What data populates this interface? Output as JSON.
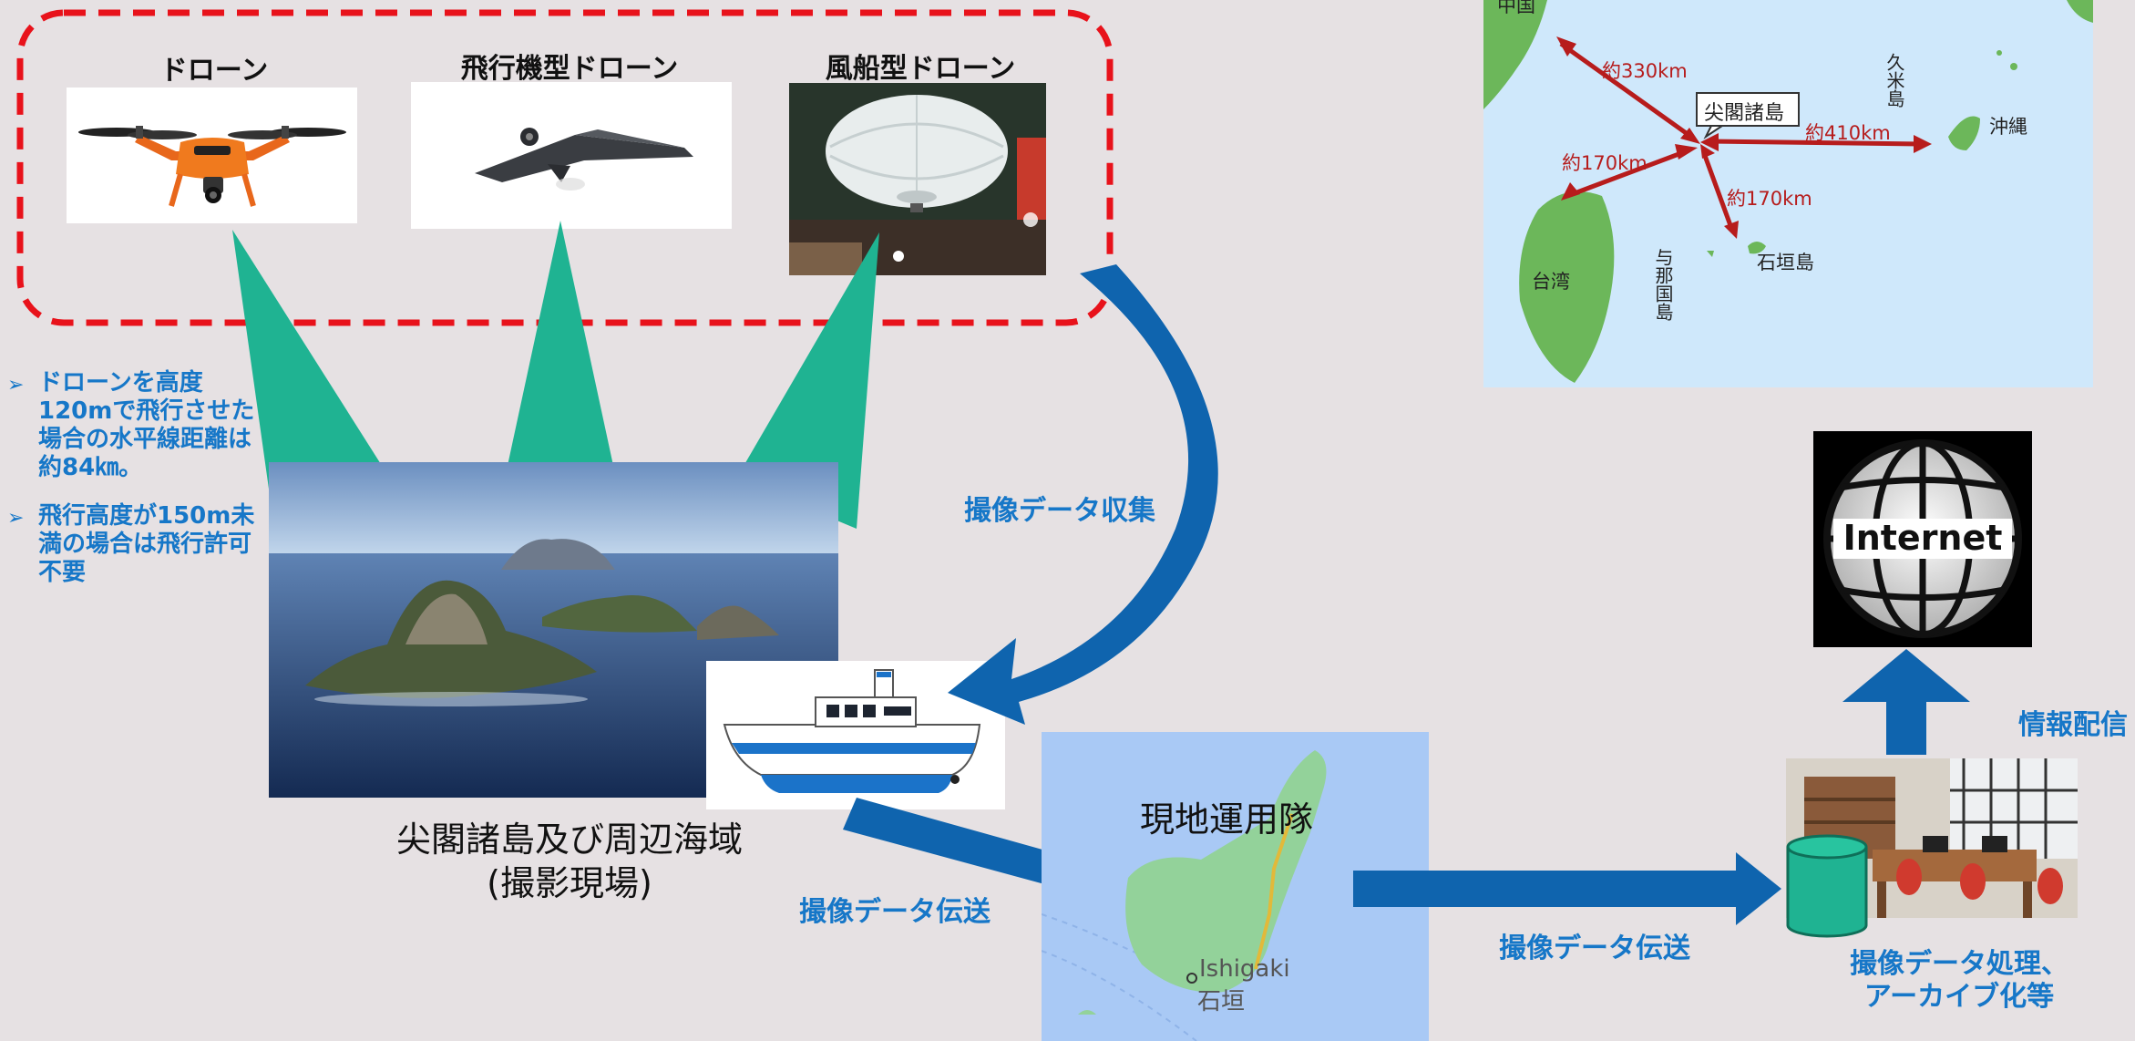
{
  "drones": {
    "quad_label": "ドローン",
    "wing_label": "飛行機型ドローン",
    "blimp_label": "風船型ドローン"
  },
  "notes": [
    "ドローンを高度120mで飛行させた場合の水平線距離は約84㎞。",
    "飛行高度が150m未満の場合は飛行許可不要"
  ],
  "site": {
    "title_line1": "尖閣諸島及び周辺海域",
    "title_line2": "(撮影現場)"
  },
  "flows": {
    "collect": "撮像データ収集",
    "transmit_1": "撮像データ伝送",
    "transmit_2": "撮像データ伝送",
    "distribute": "情報配信"
  },
  "field_team": {
    "label": "現地運用隊",
    "place_en": "Ishigaki",
    "place_jp": "石垣"
  },
  "processing": {
    "line1": "撮像データ処理、",
    "line2": "アーカイブ化等"
  },
  "internet": {
    "label": "Internet"
  },
  "region_map": {
    "china": "中国",
    "senkaku": "尖閣諸島",
    "dist_china": "約330km",
    "dist_taiwan": "約170km",
    "dist_okinawa": "約410km",
    "dist_ishigaki": "約170km",
    "kume_island": "久米島",
    "okinawa": "沖縄",
    "taiwan": "台湾",
    "yonaguni": "与那国島",
    "ishigaki_island": "石垣島"
  },
  "colors": {
    "flow_blue": "#0f64ae",
    "beam_green": "#1fb392",
    "dash_red": "#e8121b",
    "label_blue": "#1677c8",
    "map_sea": "#cfe8fb",
    "map_land": "#6cb75a",
    "arrow_red": "#b71c1c"
  }
}
